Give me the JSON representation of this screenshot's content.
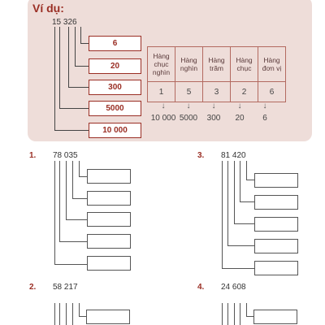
{
  "example": {
    "heading": "Ví dụ:",
    "number": "15 326",
    "answers": [
      "6",
      "20",
      "300",
      "5000",
      "10 000"
    ],
    "table_headers": [
      "Hàng chục nghìn",
      "Hàng nghìn",
      "Hàng trăm",
      "Hàng chục",
      "Hàng đơn vị"
    ],
    "digits": [
      "1",
      "5",
      "3",
      "2",
      "6"
    ],
    "arrows": [
      "↓",
      "↓",
      "↓",
      "↓",
      "↓"
    ],
    "place_values": [
      "10 000",
      "5000",
      "300",
      "20",
      "6"
    ]
  },
  "exercises": [
    {
      "label": "1.",
      "number": "78 035"
    },
    {
      "label": "3.",
      "number": "81 420"
    },
    {
      "label": "2.",
      "number": "58 217"
    },
    {
      "label": "4.",
      "number": "24 608"
    }
  ],
  "colors": {
    "accent": "#9a2e24",
    "panel": "#eeddd9"
  }
}
